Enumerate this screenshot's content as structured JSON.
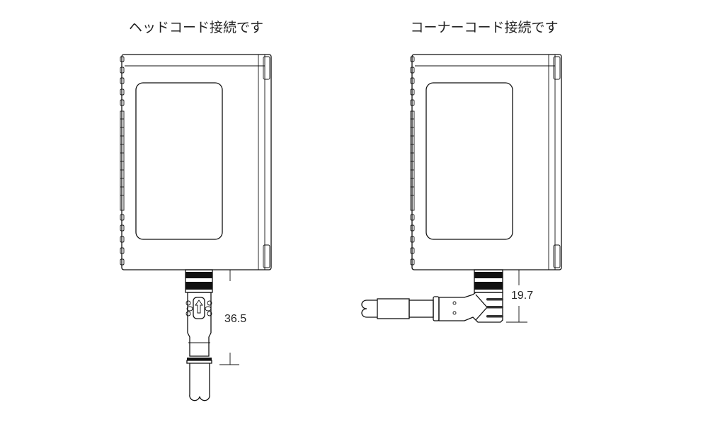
{
  "views": [
    {
      "title": "ヘッドコード接続です",
      "dimension": "36.5",
      "connector": "straight"
    },
    {
      "title": "コーナーコード接続です",
      "dimension": "19.7",
      "connector": "right-angle"
    }
  ],
  "colors": {
    "line": "#111111",
    "background": "#ffffff"
  }
}
